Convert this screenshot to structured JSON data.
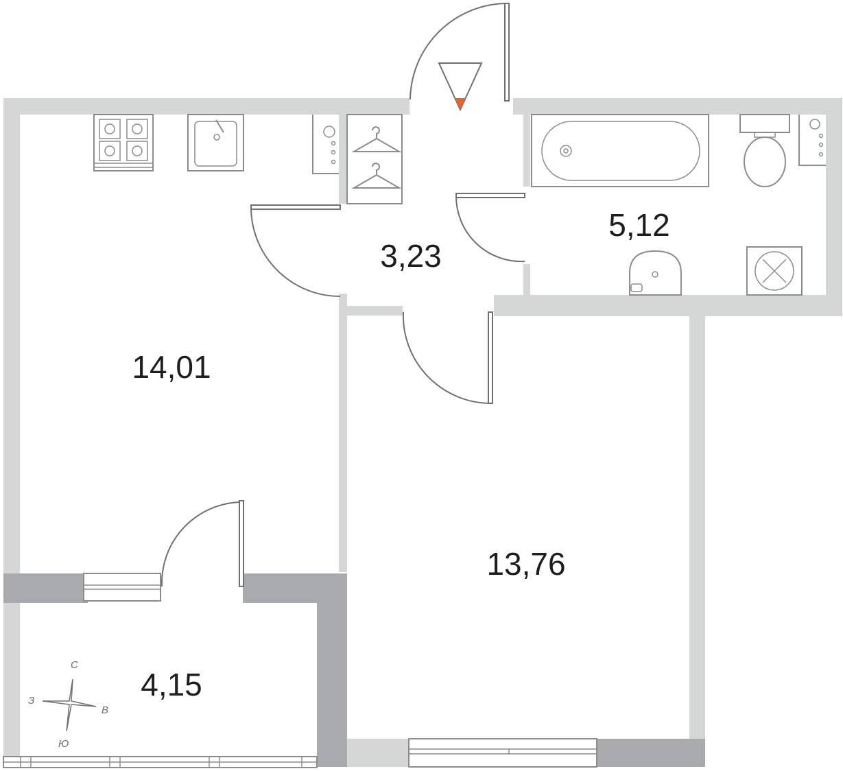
{
  "rooms": [
    {
      "id": "kitchen-living",
      "area": "14,01"
    },
    {
      "id": "hallway",
      "area": "3,23"
    },
    {
      "id": "bathroom",
      "area": "5,12"
    },
    {
      "id": "bedroom",
      "area": "13,76"
    },
    {
      "id": "balcony",
      "area": "4,15"
    }
  ],
  "compass": {
    "north": "С",
    "south": "Ю",
    "west": "З",
    "east": "В"
  },
  "colors": {
    "wall": "#d5d6d6",
    "wall_dark": "#a9aaab",
    "line": "#8a8c8e",
    "entrance_marker": "#e8632b"
  },
  "icons": [
    "stove-icon",
    "sink-icon",
    "boiler-icon",
    "hanger-icon",
    "bathtub-icon",
    "toilet-icon",
    "washbasin-icon",
    "washing-machine-icon",
    "entrance-arrow-icon",
    "compass-icon"
  ]
}
